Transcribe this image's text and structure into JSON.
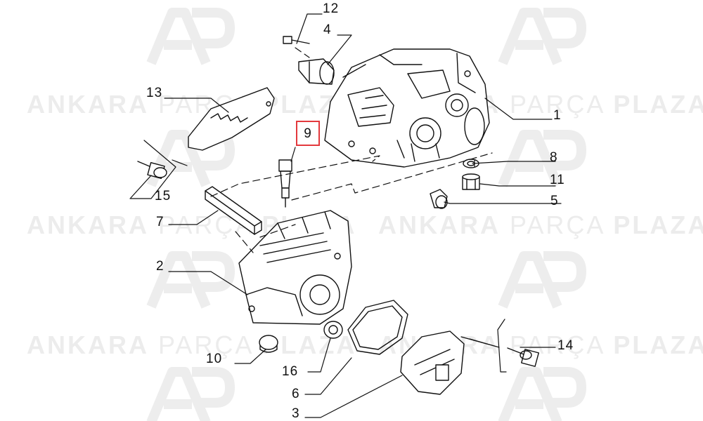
{
  "watermark": {
    "logo_glyph": "AP",
    "text_bold_left": "ANKARA",
    "text_light": "PARÇA",
    "text_bold_right": "PLAZA",
    "color": "#ececec"
  },
  "colors": {
    "line": "#111111",
    "highlight": "#e3393d"
  },
  "parts": [
    {
      "label": "1"
    },
    {
      "label": "2"
    },
    {
      "label": "3"
    },
    {
      "label": "4"
    },
    {
      "label": "5"
    },
    {
      "label": "6"
    },
    {
      "label": "7"
    },
    {
      "label": "8"
    },
    {
      "label": "9",
      "highlighted": true
    },
    {
      "label": "10"
    },
    {
      "label": "11"
    },
    {
      "label": "12"
    },
    {
      "label": "13"
    },
    {
      "label": "14"
    },
    {
      "label": "15"
    },
    {
      "label": "16"
    }
  ]
}
